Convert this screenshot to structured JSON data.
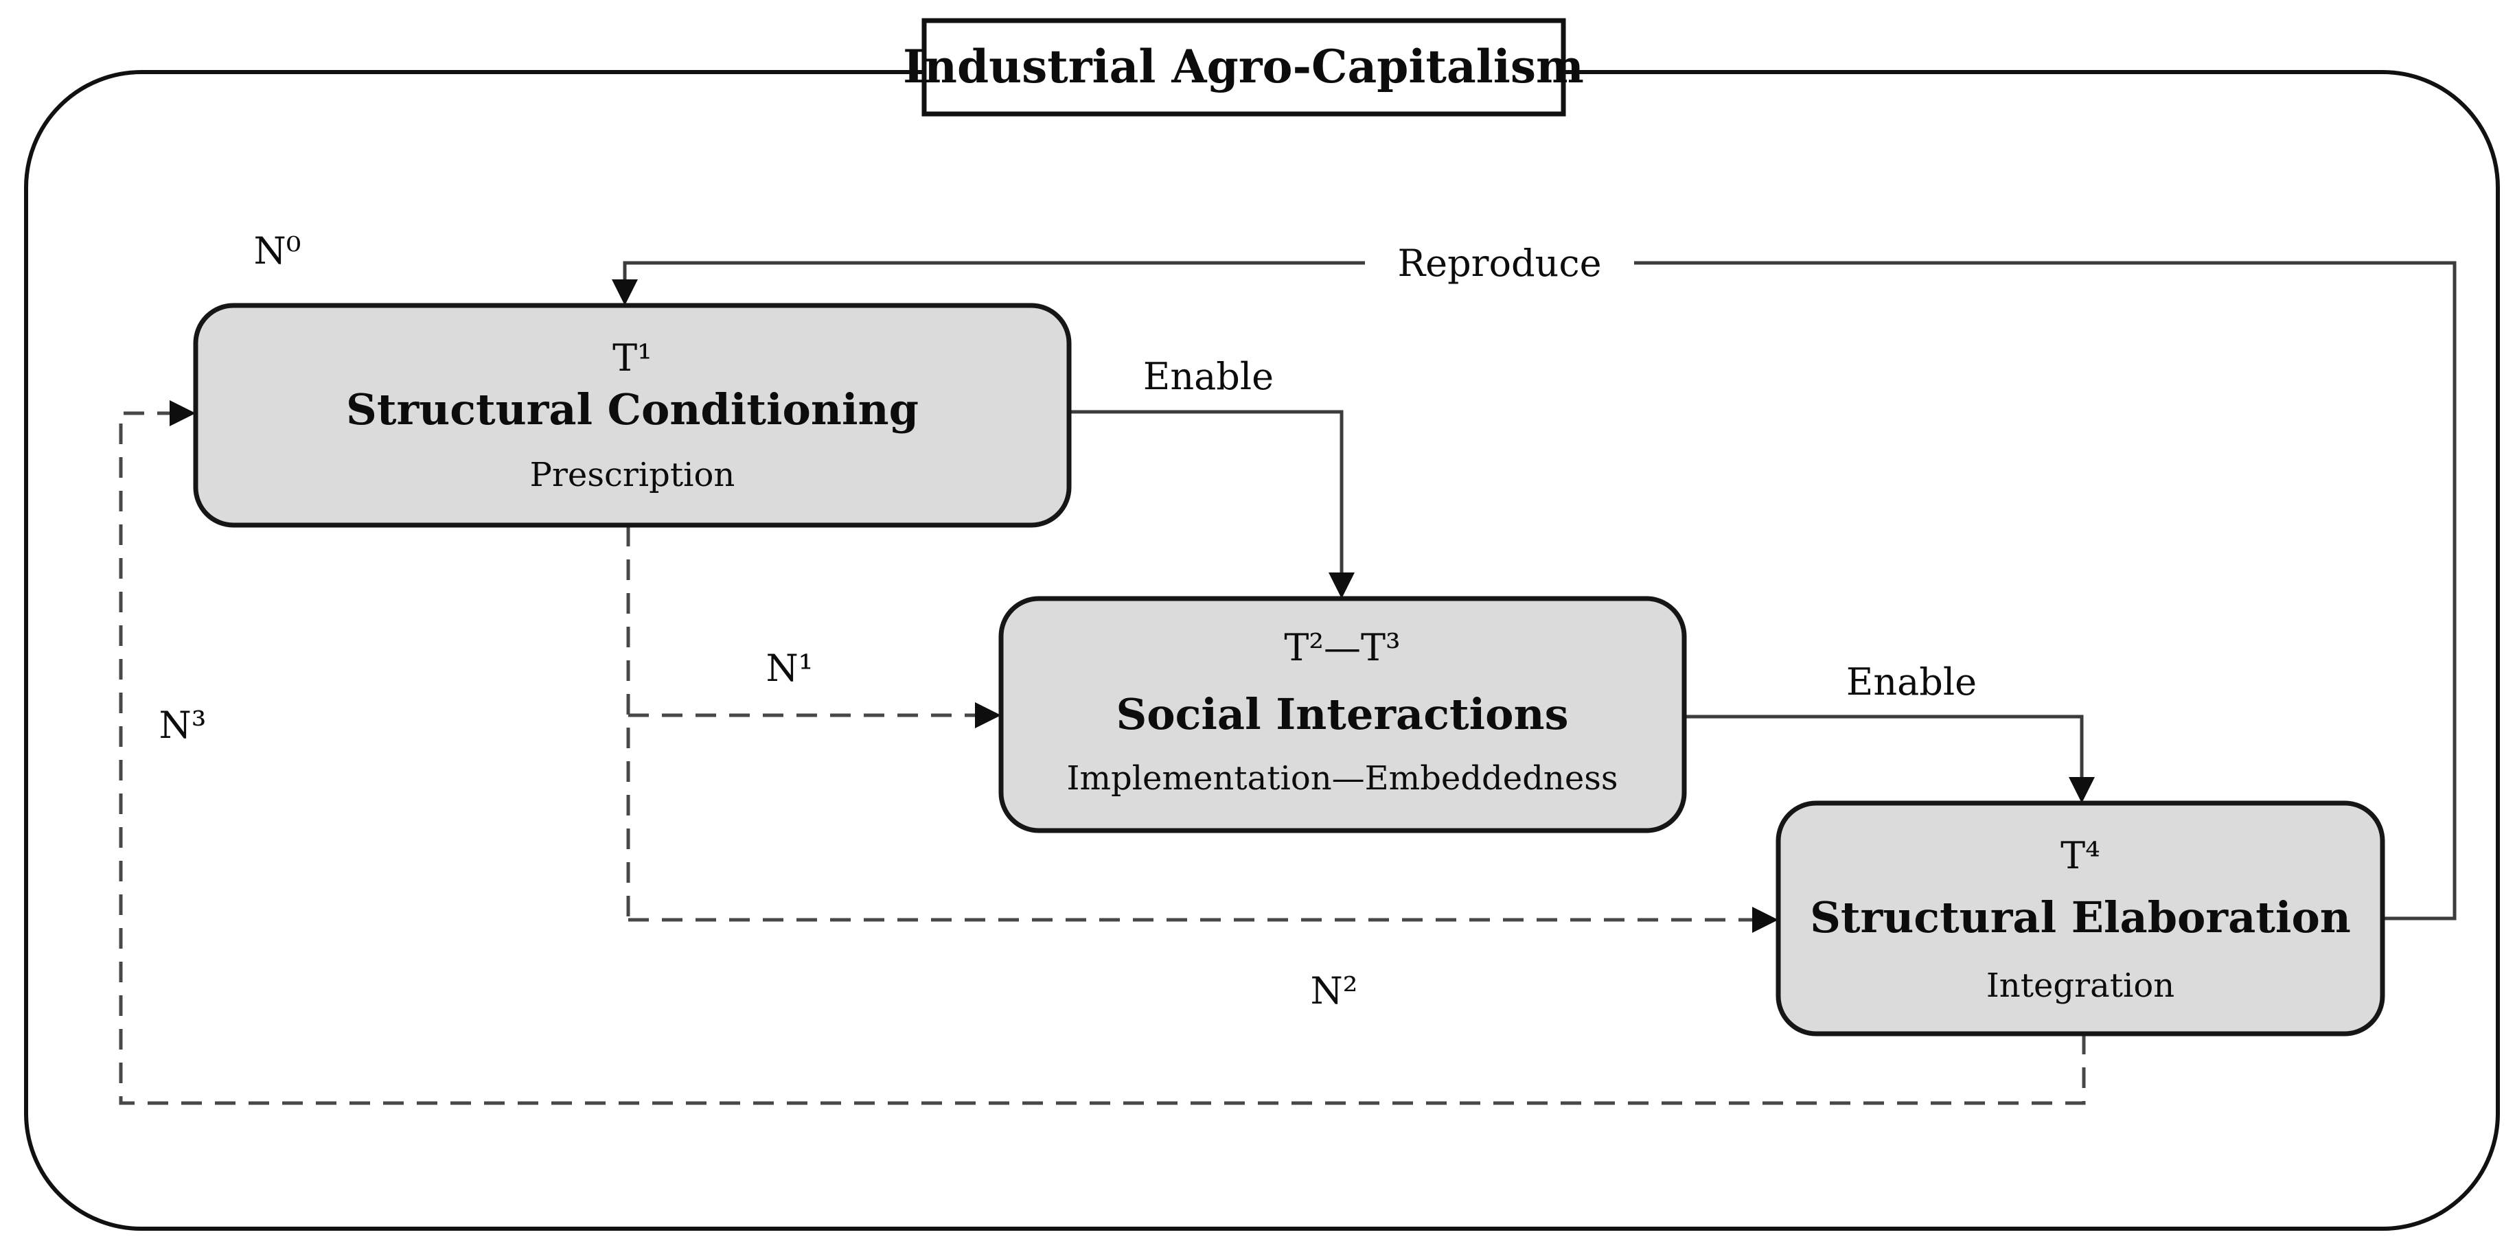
{
  "figure": {
    "title": "Industrial Agro-Capitalism",
    "boxes": [
      {
        "code": "T¹",
        "name": "Structural Conditioning",
        "subtitle": "Prescription"
      },
      {
        "code": "T²—T³",
        "name": "Social Interactions",
        "subtitle": "Implementation—Embeddedness"
      },
      {
        "code": "T⁴",
        "name": "Structural Elaboration",
        "subtitle": "Integration"
      }
    ],
    "edge_labels": {
      "reproduce": "Reproduce",
      "enable_top": "Enable",
      "enable_mid": "Enable",
      "n0": "N⁰",
      "n1": "N¹",
      "n2": "N²",
      "n3": "N³"
    },
    "colors": {
      "background": "#ffffff",
      "box_fill": "#dbdbdb",
      "box_border": "#161616",
      "frame_border": "#111111",
      "solid_line": "#3c3c3c",
      "dashed_line": "#474747",
      "text": "#0c0c0c"
    }
  }
}
